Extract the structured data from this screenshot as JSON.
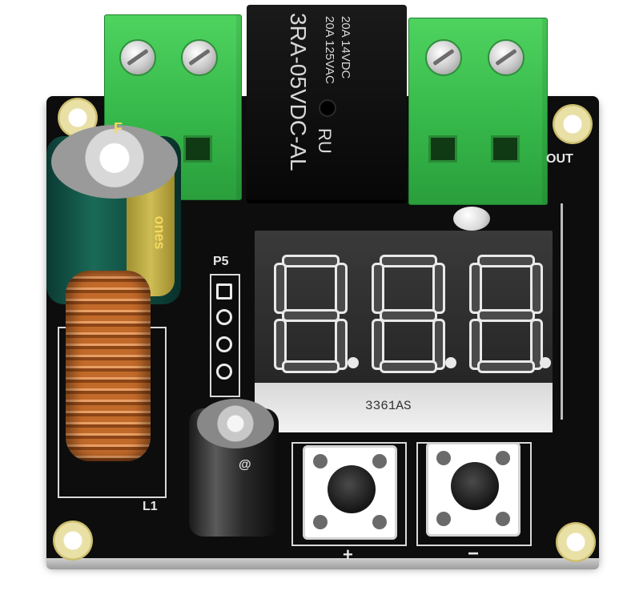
{
  "photo": {
    "relay": {
      "line1": "20A 14VDC",
      "line2": "20A 125VAC",
      "model": "3RA-05VDC-AL",
      "cert_mark": "RU"
    },
    "display": {
      "part_number": "3361AS"
    },
    "silkscreen": {
      "connector_label": "P5",
      "output_label": "OUT",
      "inductor_label": "L1",
      "plus_label": "+",
      "minus_label": "−"
    },
    "capacitor_big": {
      "brand_mark": "F",
      "text": "ones"
    },
    "capacitor_small": {
      "text": "@"
    },
    "colors": {
      "pcb": "#0d0d0d",
      "terminal": "#3cc24f",
      "silkscreen": "#e6e6e6",
      "copper": "#c26a2a"
    }
  }
}
